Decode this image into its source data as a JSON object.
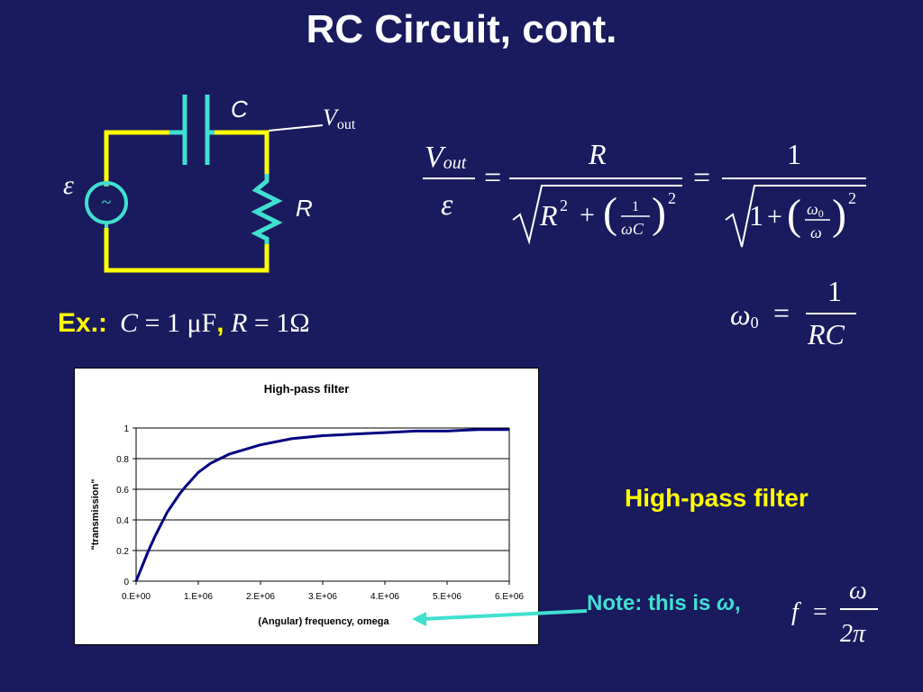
{
  "slide": {
    "title": "RC Circuit, cont.",
    "high_pass_label": "High-pass filter",
    "note_prefix": "Note: this is ",
    "note_symbol": "ω",
    "note_suffix": ","
  },
  "circuit": {
    "capacitor_label": "C",
    "resistor_label": "R",
    "source_label": "ε",
    "source_symbol": "~",
    "vout_main": "V",
    "vout_sub": "out",
    "wire_color": "#ffff00",
    "component_color": "#40e0d0"
  },
  "example": {
    "prefix": "Ex.:",
    "c_symbol": "C",
    "c_value": " = 1 μF",
    "separator": ",",
    "r_symbol": "R",
    "r_value": " = 1Ω"
  },
  "formulas": {
    "vout": "V",
    "out_sub": "out",
    "emf": "ε",
    "R": "R",
    "two": "2",
    "one": "1",
    "omegaC": "ωC",
    "omega0": "ω",
    "zero_sub": "0",
    "omega": "ω",
    "RC": "RC",
    "f": "f",
    "two_pi": "2π",
    "equals": "="
  },
  "chart_data": {
    "type": "line",
    "title": "High-pass filter",
    "xlabel": "(Angular) frequency, omega",
    "ylabel": "\"transmission\"",
    "xlim": [
      0,
      6000000
    ],
    "ylim": [
      0,
      1
    ],
    "x_ticks": [
      "0.E+00",
      "1.E+06",
      "2.E+06",
      "3.E+06",
      "4.E+06",
      "5.E+06",
      "6.E+06"
    ],
    "y_ticks": [
      "0",
      "0.2",
      "0.4",
      "0.6",
      "0.8",
      "1"
    ],
    "grid": "horizontal",
    "series": [
      {
        "x": [
          0,
          100000,
          200000,
          300000,
          400000,
          500000,
          600000,
          700000,
          800000,
          1000000,
          1200000,
          1500000,
          2000000,
          2500000,
          3000000,
          3500000,
          4000000,
          4500000,
          5000000,
          5500000,
          6000000
        ],
        "y": [
          0,
          0.1,
          0.2,
          0.29,
          0.37,
          0.45,
          0.51,
          0.57,
          0.62,
          0.71,
          0.77,
          0.83,
          0.89,
          0.93,
          0.95,
          0.96,
          0.97,
          0.98,
          0.98,
          0.99,
          0.99
        ],
        "color": "#000080"
      }
    ]
  }
}
